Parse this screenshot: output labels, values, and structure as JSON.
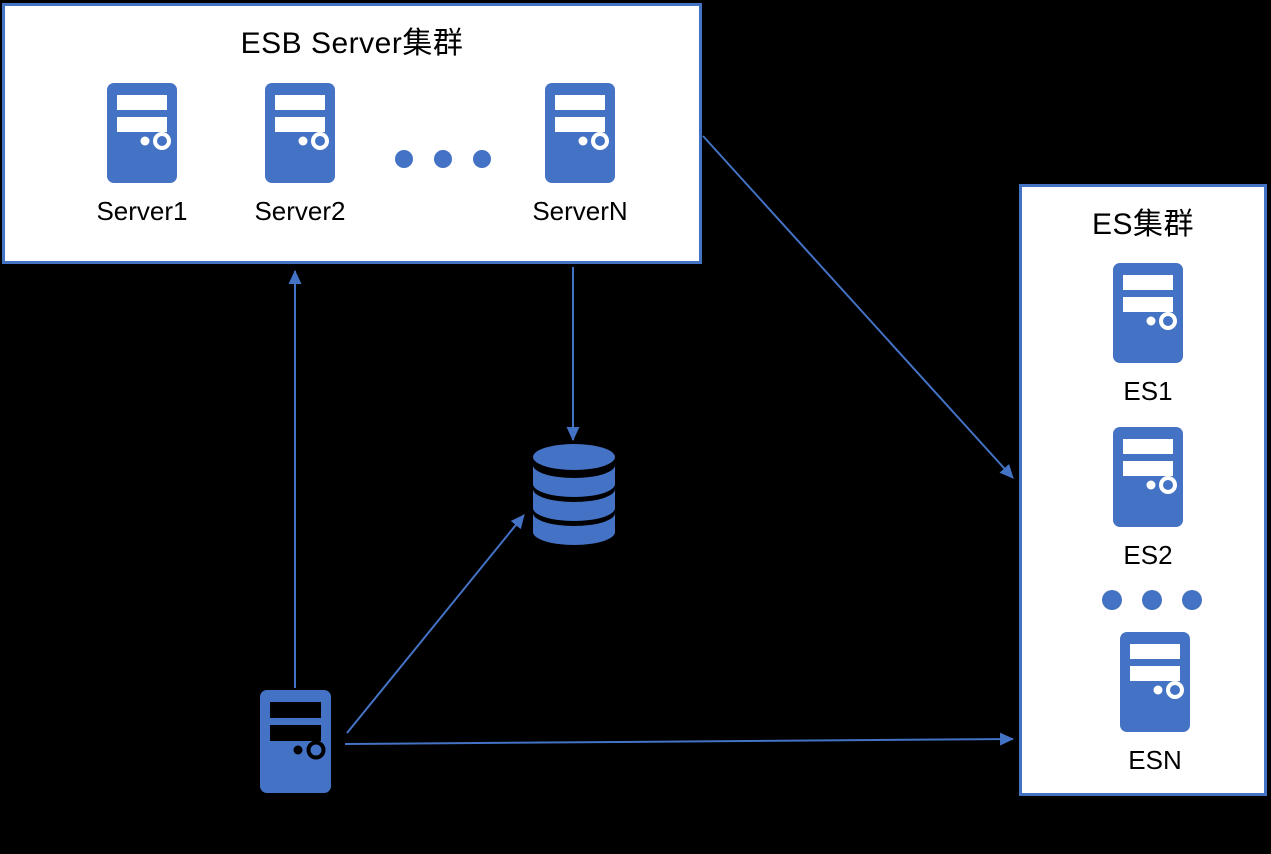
{
  "colors": {
    "accent_blue": "#4472C4",
    "background": "#000000",
    "box_background": "#FFFFFF",
    "box_border": "#4472C4",
    "text": "#000000"
  },
  "esb_cluster": {
    "title": "ESB Server集群",
    "servers": [
      "Server1",
      "Server2",
      "ServerN"
    ]
  },
  "es_cluster": {
    "title": "ES集群",
    "nodes": [
      "ES1",
      "ES2",
      "ESN"
    ]
  },
  "icons": {
    "server": "server-tower-icon",
    "database": "database-cylinder-icon",
    "ellipsis": "ellipsis-dots-icon"
  },
  "connections": [
    {
      "from": "client-server",
      "to": "esb-cluster-box",
      "style": "arrow-up"
    },
    {
      "from": "esb-cluster-box",
      "to": "database",
      "style": "arrow-down"
    },
    {
      "from": "esb-cluster-box",
      "to": "es-cluster-box",
      "style": "arrow-diagonal"
    },
    {
      "from": "client-server",
      "to": "database",
      "style": "arrow-diagonal"
    },
    {
      "from": "client-server",
      "to": "es-cluster-box",
      "style": "arrow-horizontal"
    }
  ]
}
